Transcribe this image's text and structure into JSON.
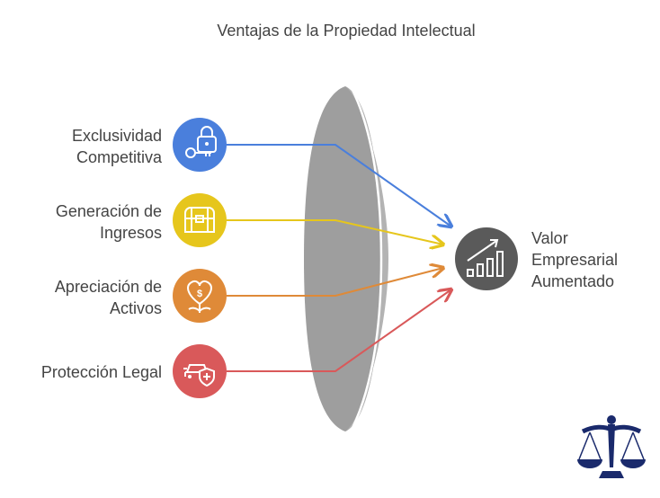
{
  "diagram": {
    "title": "Ventajas de la Propiedad Intelectual",
    "inputs": [
      {
        "label": "Exclusividad\nCompetitiva",
        "icon": "lock-key-icon",
        "color": "#4a7fdc"
      },
      {
        "label": "Generación de\nIngresos",
        "icon": "treasure-chest-icon",
        "color": "#e6c61c"
      },
      {
        "label": "Apreciación de\nActivos",
        "icon": "money-plant-icon",
        "color": "#df8a38"
      },
      {
        "label": "Protección Legal",
        "icon": "car-shield-icon",
        "color": "#d9595a"
      }
    ],
    "output": {
      "label": "Valor\nEmpresarial\nAumentado",
      "icon": "growth-chart-icon",
      "color": "#5a5a5a"
    },
    "logo": {
      "icon": "scales-of-justice-icon",
      "color": "#1a2a6c"
    },
    "lens_color": "#9e9e9e"
  }
}
